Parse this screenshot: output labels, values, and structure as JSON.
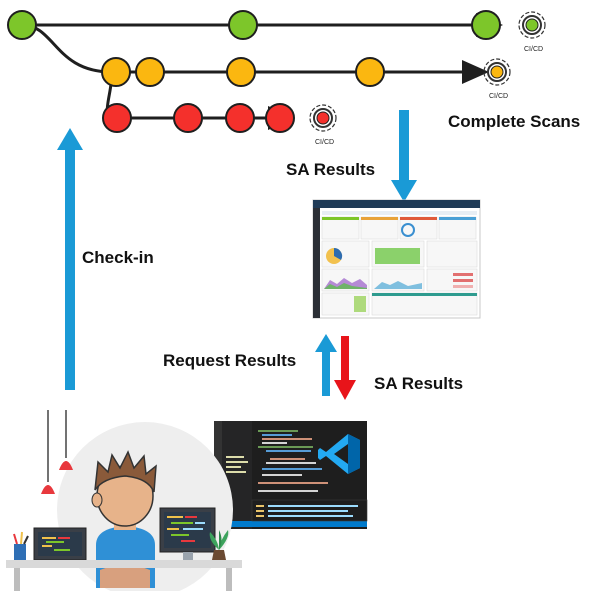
{
  "labels": {
    "complete_scans": "Complete Scans",
    "sa_results_top": "SA Results",
    "check_in": "Check-in",
    "request_results": "Request Results",
    "sa_results_bottom": "SA Results",
    "cicd_1": "CI/CD",
    "cicd_2": "CI/CD",
    "cicd_3": "CI/CD"
  },
  "colors": {
    "branch_green": "#7dc62a",
    "branch_yellow": "#fbb710",
    "branch_red": "#f4302c",
    "arrow_blue": "#1a9ad6",
    "arrow_red": "#e8141a",
    "line": "#1f1f1f"
  },
  "icons": [
    "gear-icon",
    "vscode-icon",
    "lamp-icon",
    "laptop-icon",
    "plant-icon",
    "person-icon"
  ]
}
